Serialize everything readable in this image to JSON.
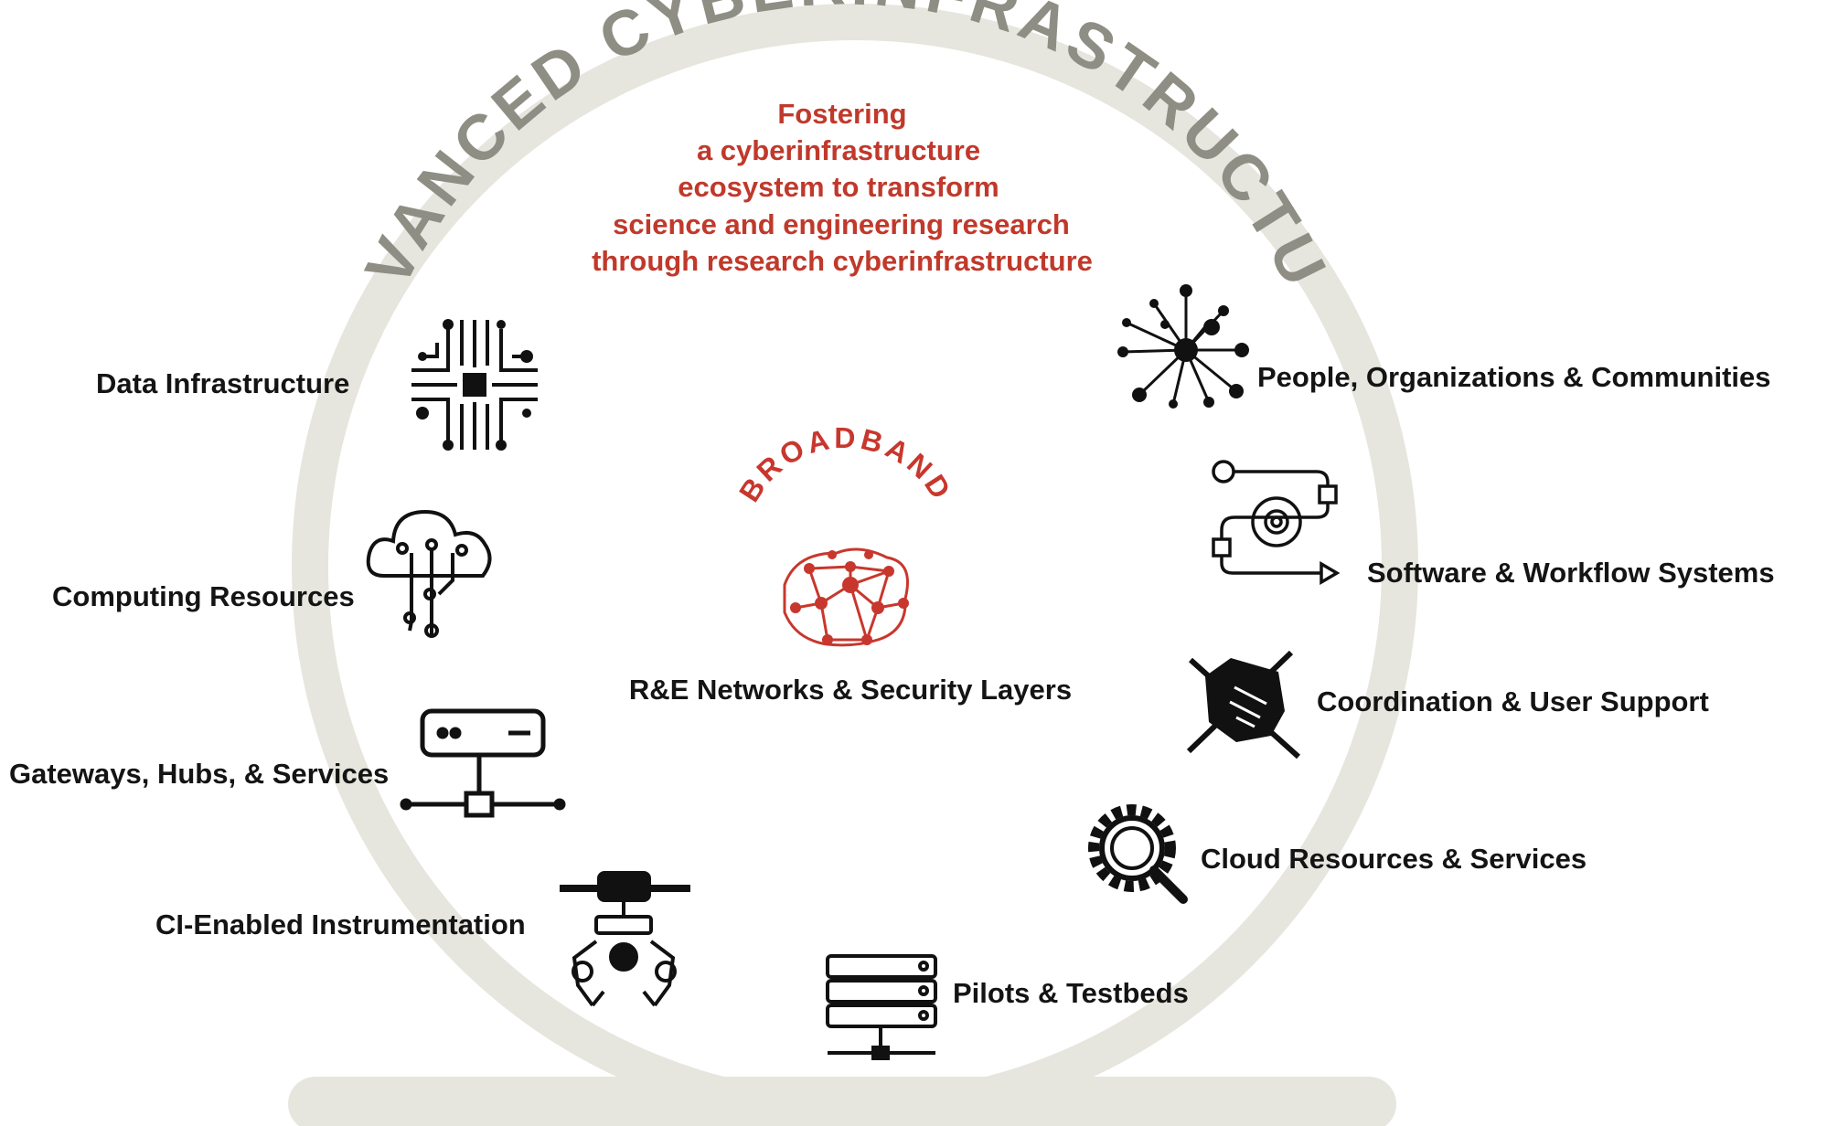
{
  "diagram": {
    "arc_title": "ADVANCED CYBERINFRASTRUCTURE",
    "mission_lines": [
      "Fostering",
      "a cyberinfrastructure",
      "ecosystem to transform",
      "science and engineering research",
      "through research cyberinfrastructure"
    ],
    "center": {
      "badge": "BROADBAND",
      "label": "R&E Networks & Security Layers"
    },
    "left_items": [
      {
        "label": "Data Infrastructure",
        "icon": "circuit-chip-icon"
      },
      {
        "label": "Computing Resources",
        "icon": "cloud-circuit-icon"
      },
      {
        "label": "Gateways, Hubs, & Services",
        "icon": "network-server-icon"
      },
      {
        "label": "CI-Enabled Instrumentation",
        "icon": "robotic-arm-icon"
      }
    ],
    "bottom_item": {
      "label": "Pilots & Testbeds",
      "icon": "server-rack-icon"
    },
    "right_items": [
      {
        "label": "People, Organizations & Communities",
        "icon": "hub-network-icon"
      },
      {
        "label": "Software & Workflow Systems",
        "icon": "workflow-gear-icon"
      },
      {
        "label": "Coordination & User Support",
        "icon": "handshake-icon"
      },
      {
        "label": "Cloud Resources & Services",
        "icon": "gear-magnifier-icon"
      }
    ],
    "colors": {
      "ring": "#e6e6df",
      "arc_text": "#8e8e84",
      "accent_red": "#c0392b",
      "label_text": "#141414"
    }
  }
}
